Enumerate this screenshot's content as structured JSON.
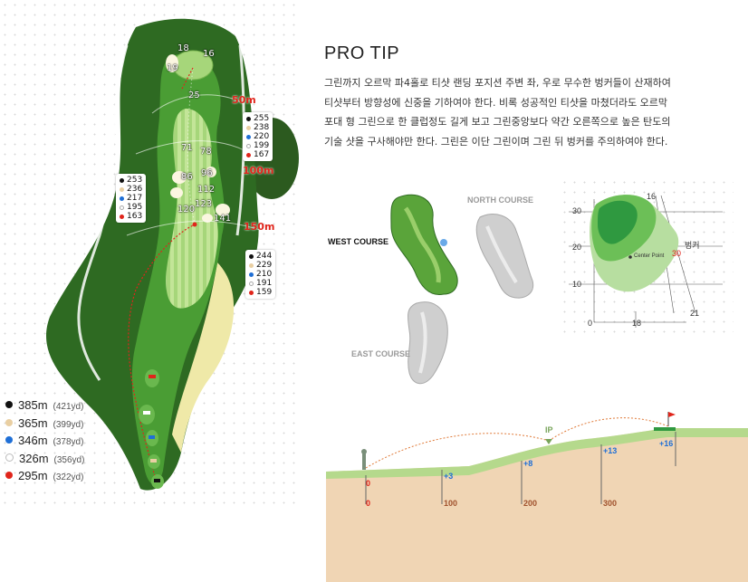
{
  "hole_map": {
    "green_numbers": [
      "18",
      "16",
      "19",
      "25"
    ],
    "fairway_numbers": [
      "71",
      "78",
      "86",
      "96",
      "112",
      "123",
      "120",
      "141"
    ],
    "markers": [
      "50m",
      "100m",
      "150m"
    ],
    "distance_boxes": [
      {
        "rows": [
          {
            "color": "#111111",
            "value": "255"
          },
          {
            "color": "#e9cfa2",
            "value": "238"
          },
          {
            "color": "#1f6fd6",
            "value": "220"
          },
          {
            "color": "#ffffff",
            "value": "199"
          },
          {
            "color": "#e0251b",
            "value": "167"
          }
        ]
      },
      {
        "rows": [
          {
            "color": "#111111",
            "value": "253"
          },
          {
            "color": "#e9cfa2",
            "value": "236"
          },
          {
            "color": "#1f6fd6",
            "value": "217"
          },
          {
            "color": "#ffffff",
            "value": "195"
          },
          {
            "color": "#e0251b",
            "value": "163"
          }
        ]
      },
      {
        "rows": [
          {
            "color": "#111111",
            "value": "244"
          },
          {
            "color": "#e9cfa2",
            "value": "229"
          },
          {
            "color": "#1f6fd6",
            "value": "210"
          },
          {
            "color": "#ffffff",
            "value": "191"
          },
          {
            "color": "#e0251b",
            "value": "159"
          }
        ]
      }
    ]
  },
  "legend": [
    {
      "color": "#111111",
      "meters": "385m",
      "yards": "(421yd)"
    },
    {
      "color": "#e9cfa2",
      "meters": "365m",
      "yards": "(399yd)"
    },
    {
      "color": "#1f6fd6",
      "meters": "346m",
      "yards": "(378yd)"
    },
    {
      "color": "#ffffff",
      "meters": "326m",
      "yards": "(356yd)"
    },
    {
      "color": "#e0251b",
      "meters": "295m",
      "yards": "(322yd)"
    }
  ],
  "pro_tip": {
    "title": "PRO TIP",
    "lines": [
      "그린까지 오르막 파4홀로 티샷 랜딩 포지션 주변 좌, 우로 무수한 벙커들이 산재하여",
      "티샷부터 방향성에 신중을 기하여야 한다. 비록 성공적인 티샷을 마쳤더라도 오르막",
      "포대 형 그린으로 한 클럽정도 길게 보고 그린중앙보다 약간 오른쪽으로 높은 탄도의",
      "기술 샷을 구사해야만 한다. 그린은 이단 그린이며 그린 뒤 벙커를 주의하여야 한다."
    ]
  },
  "course_map": {
    "north": "NORTH COURSE",
    "west": "WEST COURSE",
    "east": "EAST COURSE"
  },
  "green_map": {
    "y_ticks": [
      "30",
      "20",
      "10"
    ],
    "origin": "0",
    "x_tick": "18",
    "top_tick": "16",
    "right_tick": "21",
    "red_value": "30",
    "bunker": "벙커",
    "center": "Center Point"
  },
  "profile": {
    "ip": "IP",
    "distances": [
      "0",
      "100",
      "200",
      "300"
    ],
    "elevations": [
      "0",
      "+3",
      "+8",
      "+13",
      "+16"
    ]
  },
  "colors": {
    "fairway": "#5aa43a",
    "rough": "#2f6b22",
    "sand": "#efe9a8",
    "dirt": "#f0d5b4",
    "grass": "#b5d98c",
    "red": "#e0251b",
    "blue": "#1f6fd6"
  }
}
